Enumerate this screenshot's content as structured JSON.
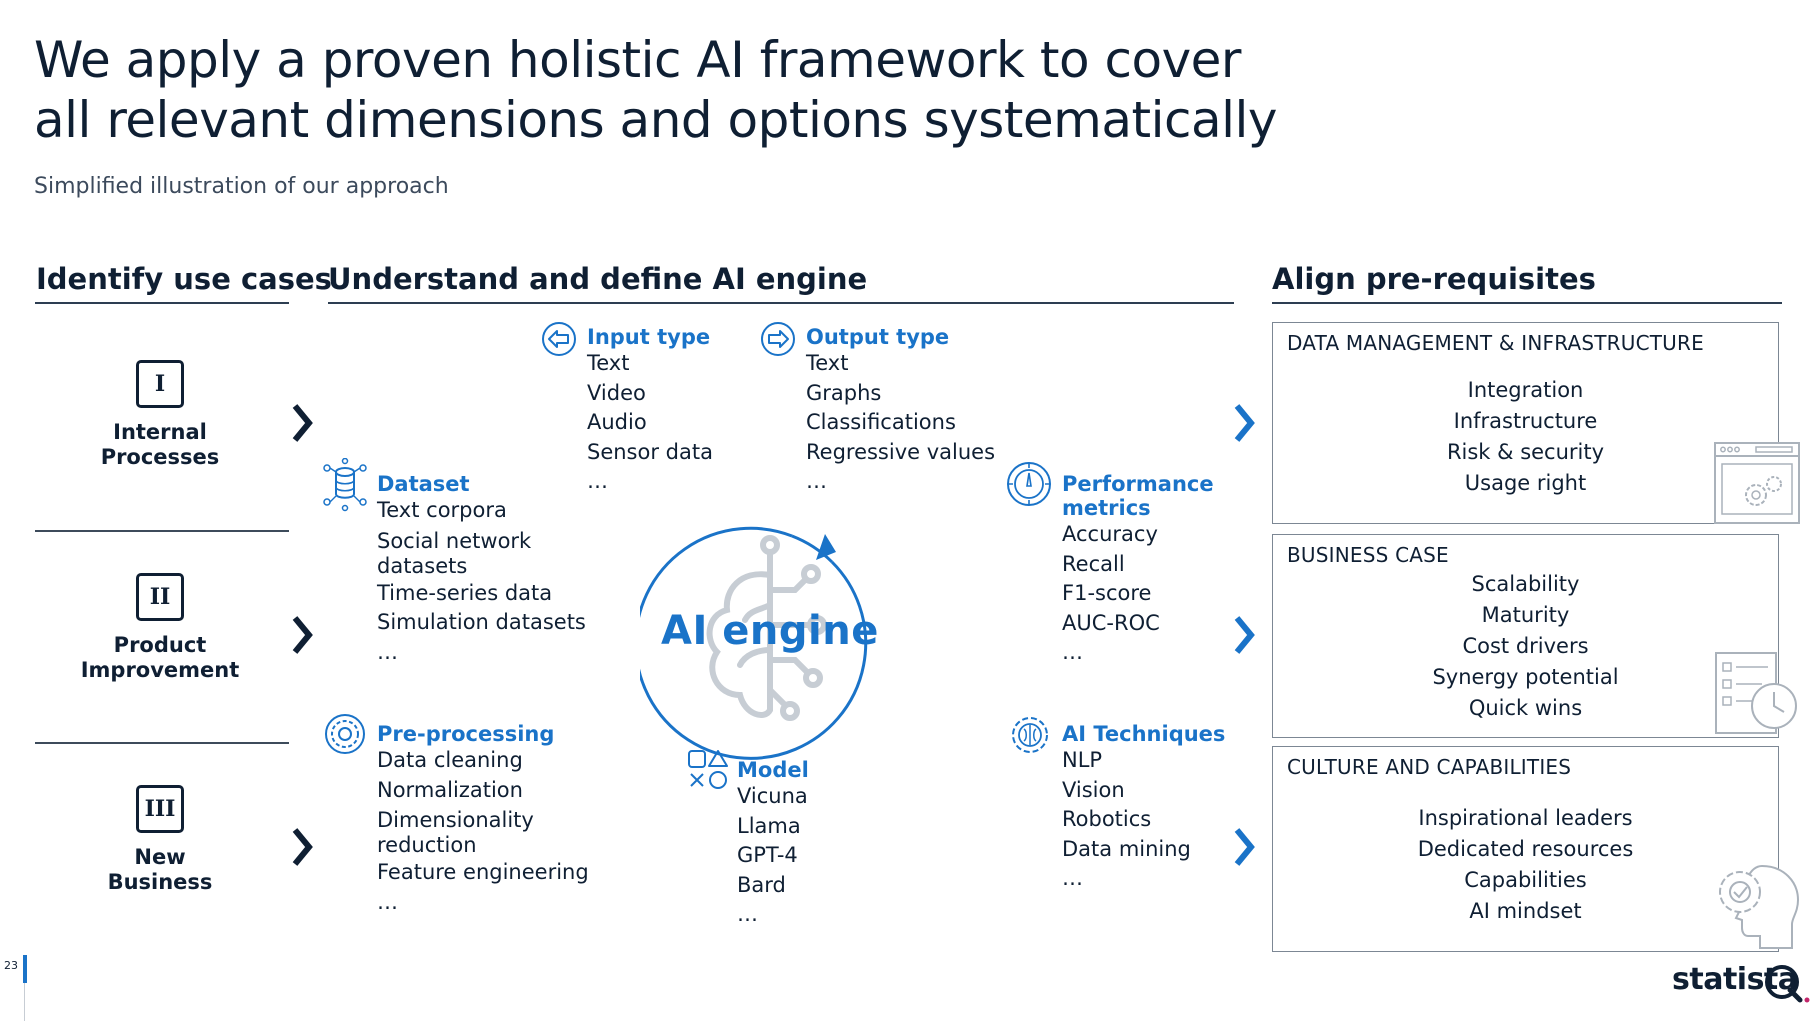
{
  "title": {
    "line1": "We apply a proven holistic AI framework to cover",
    "line2": "all relevant dimensions and options systematically"
  },
  "subtitle": "Simplified illustration of our approach",
  "sections": {
    "use_cases": "Identify use cases",
    "engine": "Understand and define AI engine",
    "prereq": "Align pre-requisites"
  },
  "use_cases": [
    {
      "numeral": "I",
      "line1": "Internal",
      "line2": "Processes"
    },
    {
      "numeral": "II",
      "line1": "Product",
      "line2": "Improvement"
    },
    {
      "numeral": "III",
      "line1": "New",
      "line2": "Business"
    }
  ],
  "engine_blocks": {
    "input": {
      "heading": "Input type",
      "icon": "arrow-left-circle-icon",
      "items": [
        "Text",
        "Video",
        "Audio",
        "Sensor data",
        "…"
      ]
    },
    "output": {
      "heading": "Output type",
      "icon": "arrow-right-circle-icon",
      "items": [
        "Text",
        "Graphs",
        "Classifications",
        "Regressive values",
        "…"
      ]
    },
    "dataset": {
      "heading": "Dataset",
      "icon": "database-icon",
      "items": [
        "Text corpora",
        "Social network",
        "datasets",
        "Time-series data",
        "Simulation datasets",
        "…"
      ]
    },
    "performance": {
      "heading1": "Performance",
      "heading2": "metrics",
      "icon": "gauge-icon",
      "items": [
        "Accuracy",
        "Recall",
        "F1-score",
        "AUC-ROC",
        "…"
      ]
    },
    "preprocessing": {
      "heading": "Pre-processing",
      "icon": "gear-icon",
      "items": [
        "Data cleaning",
        "Normalization",
        "Dimensionality",
        "reduction",
        "Feature engineering",
        "…"
      ]
    },
    "techniques": {
      "heading": "AI Techniques",
      "icon": "brain-gear-icon",
      "items": [
        "NLP",
        "Vision",
        "Robotics",
        "Data mining",
        "…"
      ]
    },
    "model": {
      "heading": "Model",
      "icon": "shapes-icon",
      "items": [
        "Vicuna",
        "Llama",
        "GPT-4",
        "Bard",
        "…"
      ]
    }
  },
  "engine_label": "AI engine",
  "prerequisites": [
    {
      "title": "DATA MANAGEMENT & INFRASTRUCTURE",
      "icon": "browser-gear-icon",
      "items": [
        "Integration",
        "Infrastructure",
        "Risk & security",
        "Usage right"
      ]
    },
    {
      "title": "BUSINESS CASE",
      "icon": "checklist-clock-icon",
      "items": [
        "Scalability",
        "Maturity",
        "Cost drivers",
        "Synergy potential",
        "Quick wins"
      ]
    },
    {
      "title": "CULTURE AND CAPABILITIES",
      "icon": "head-gear-icon",
      "items": [
        "Inspirational leaders",
        "Dedicated resources",
        "Capabilities",
        "AI mindset"
      ]
    }
  ],
  "footer": {
    "page_number": "23",
    "brand": "statista"
  },
  "colors": {
    "accent": "#1a73c8",
    "dark": "#0f1f33",
    "line": "#7c8794"
  }
}
